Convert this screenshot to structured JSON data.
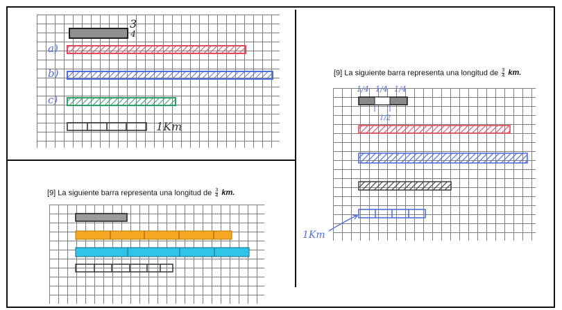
{
  "panels": {
    "top_left": {
      "fraction_annotation": {
        "numerator": "3",
        "denominator": "4"
      },
      "row_labels": [
        "a)",
        "b)",
        "c)"
      ],
      "unit_label": "1Km",
      "bar_colors": {
        "reference": "#8f8f8f",
        "a": "#e0485e",
        "b": "#4f6fd8",
        "c": "#2e9e6b",
        "unit": "#333333"
      }
    },
    "bottom_left": {
      "statement": {
        "number": "[9]",
        "text": "La siguiente barra representa una longitud de",
        "fraction": {
          "numerator": "3",
          "denominator": "4"
        },
        "unit": "km."
      },
      "bar_colors": {
        "reference": "#9a9a9a",
        "orange": "#f5a623",
        "cyan": "#2fc3e6",
        "outline": "#333333"
      }
    },
    "right": {
      "statement": {
        "number": "[9]",
        "text": "La siguiente barra representa una longitud de",
        "fraction": {
          "numerator": "3",
          "denominator": "4"
        },
        "unit": "km."
      },
      "quarter_labels": [
        "1/4",
        "1/4",
        "1/4"
      ],
      "half_label": "1/2",
      "unit_label": "1Km",
      "bar_colors": {
        "reference": "#8a8a8a",
        "red": "#e0485e",
        "blue": "#4f6fd8",
        "dark": "#4a4a5a",
        "unit": "#4f6fd8"
      }
    }
  }
}
